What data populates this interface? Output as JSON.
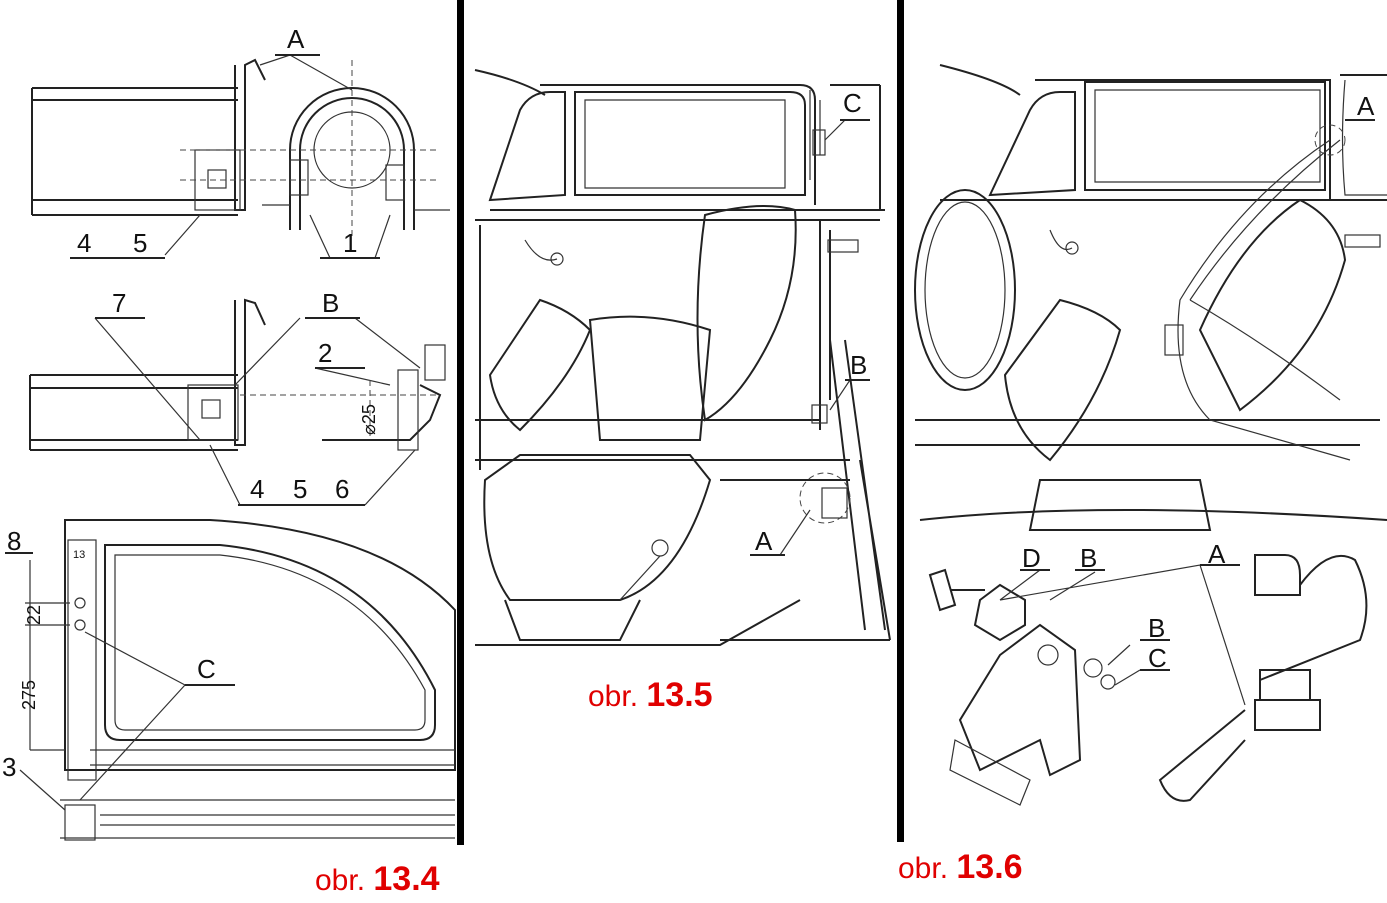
{
  "figures": [
    {
      "caption_prefix": "obr.",
      "caption_number": "13.4",
      "labels": {
        "a": "A",
        "n4": "4",
        "n5": "5",
        "n1": "1",
        "n7": "7",
        "b": "B",
        "n2": "2",
        "d25": "⌀25",
        "n4b": "4",
        "n5b": "5",
        "n6": "6",
        "n8": "8",
        "n22": "22",
        "n275": "275",
        "n3": "3",
        "c": "C",
        "n13": "13"
      }
    },
    {
      "caption_prefix": "obr.",
      "caption_number": "13.5",
      "labels": {
        "c": "C",
        "b": "B",
        "a": "A"
      }
    },
    {
      "caption_prefix": "obr.",
      "caption_number": "13.6",
      "labels": {
        "a": "A",
        "d": "D",
        "b": "B",
        "a2": "A",
        "b2": "B",
        "c": "C"
      }
    }
  ],
  "colors": {
    "caption": "#e00000",
    "divider": "#000000"
  }
}
